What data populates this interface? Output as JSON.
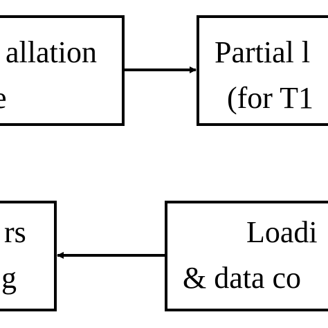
{
  "diagram": {
    "nodes": [
      {
        "id": "installation",
        "lines": [
          "allation",
          "e"
        ]
      },
      {
        "id": "partial",
        "lines": [
          "Partial l",
          "(for T1"
        ]
      },
      {
        "id": "parameters",
        "lines": [
          "rs",
          "g"
        ]
      },
      {
        "id": "loading",
        "lines": [
          "Loadi",
          "& data co"
        ]
      }
    ],
    "edges": [
      {
        "from": "installation",
        "to": "partial"
      },
      {
        "from": "loading",
        "to": "parameters"
      }
    ],
    "colors": {
      "stroke": "#000000",
      "background": "#ffffff",
      "text": "#000000"
    }
  }
}
